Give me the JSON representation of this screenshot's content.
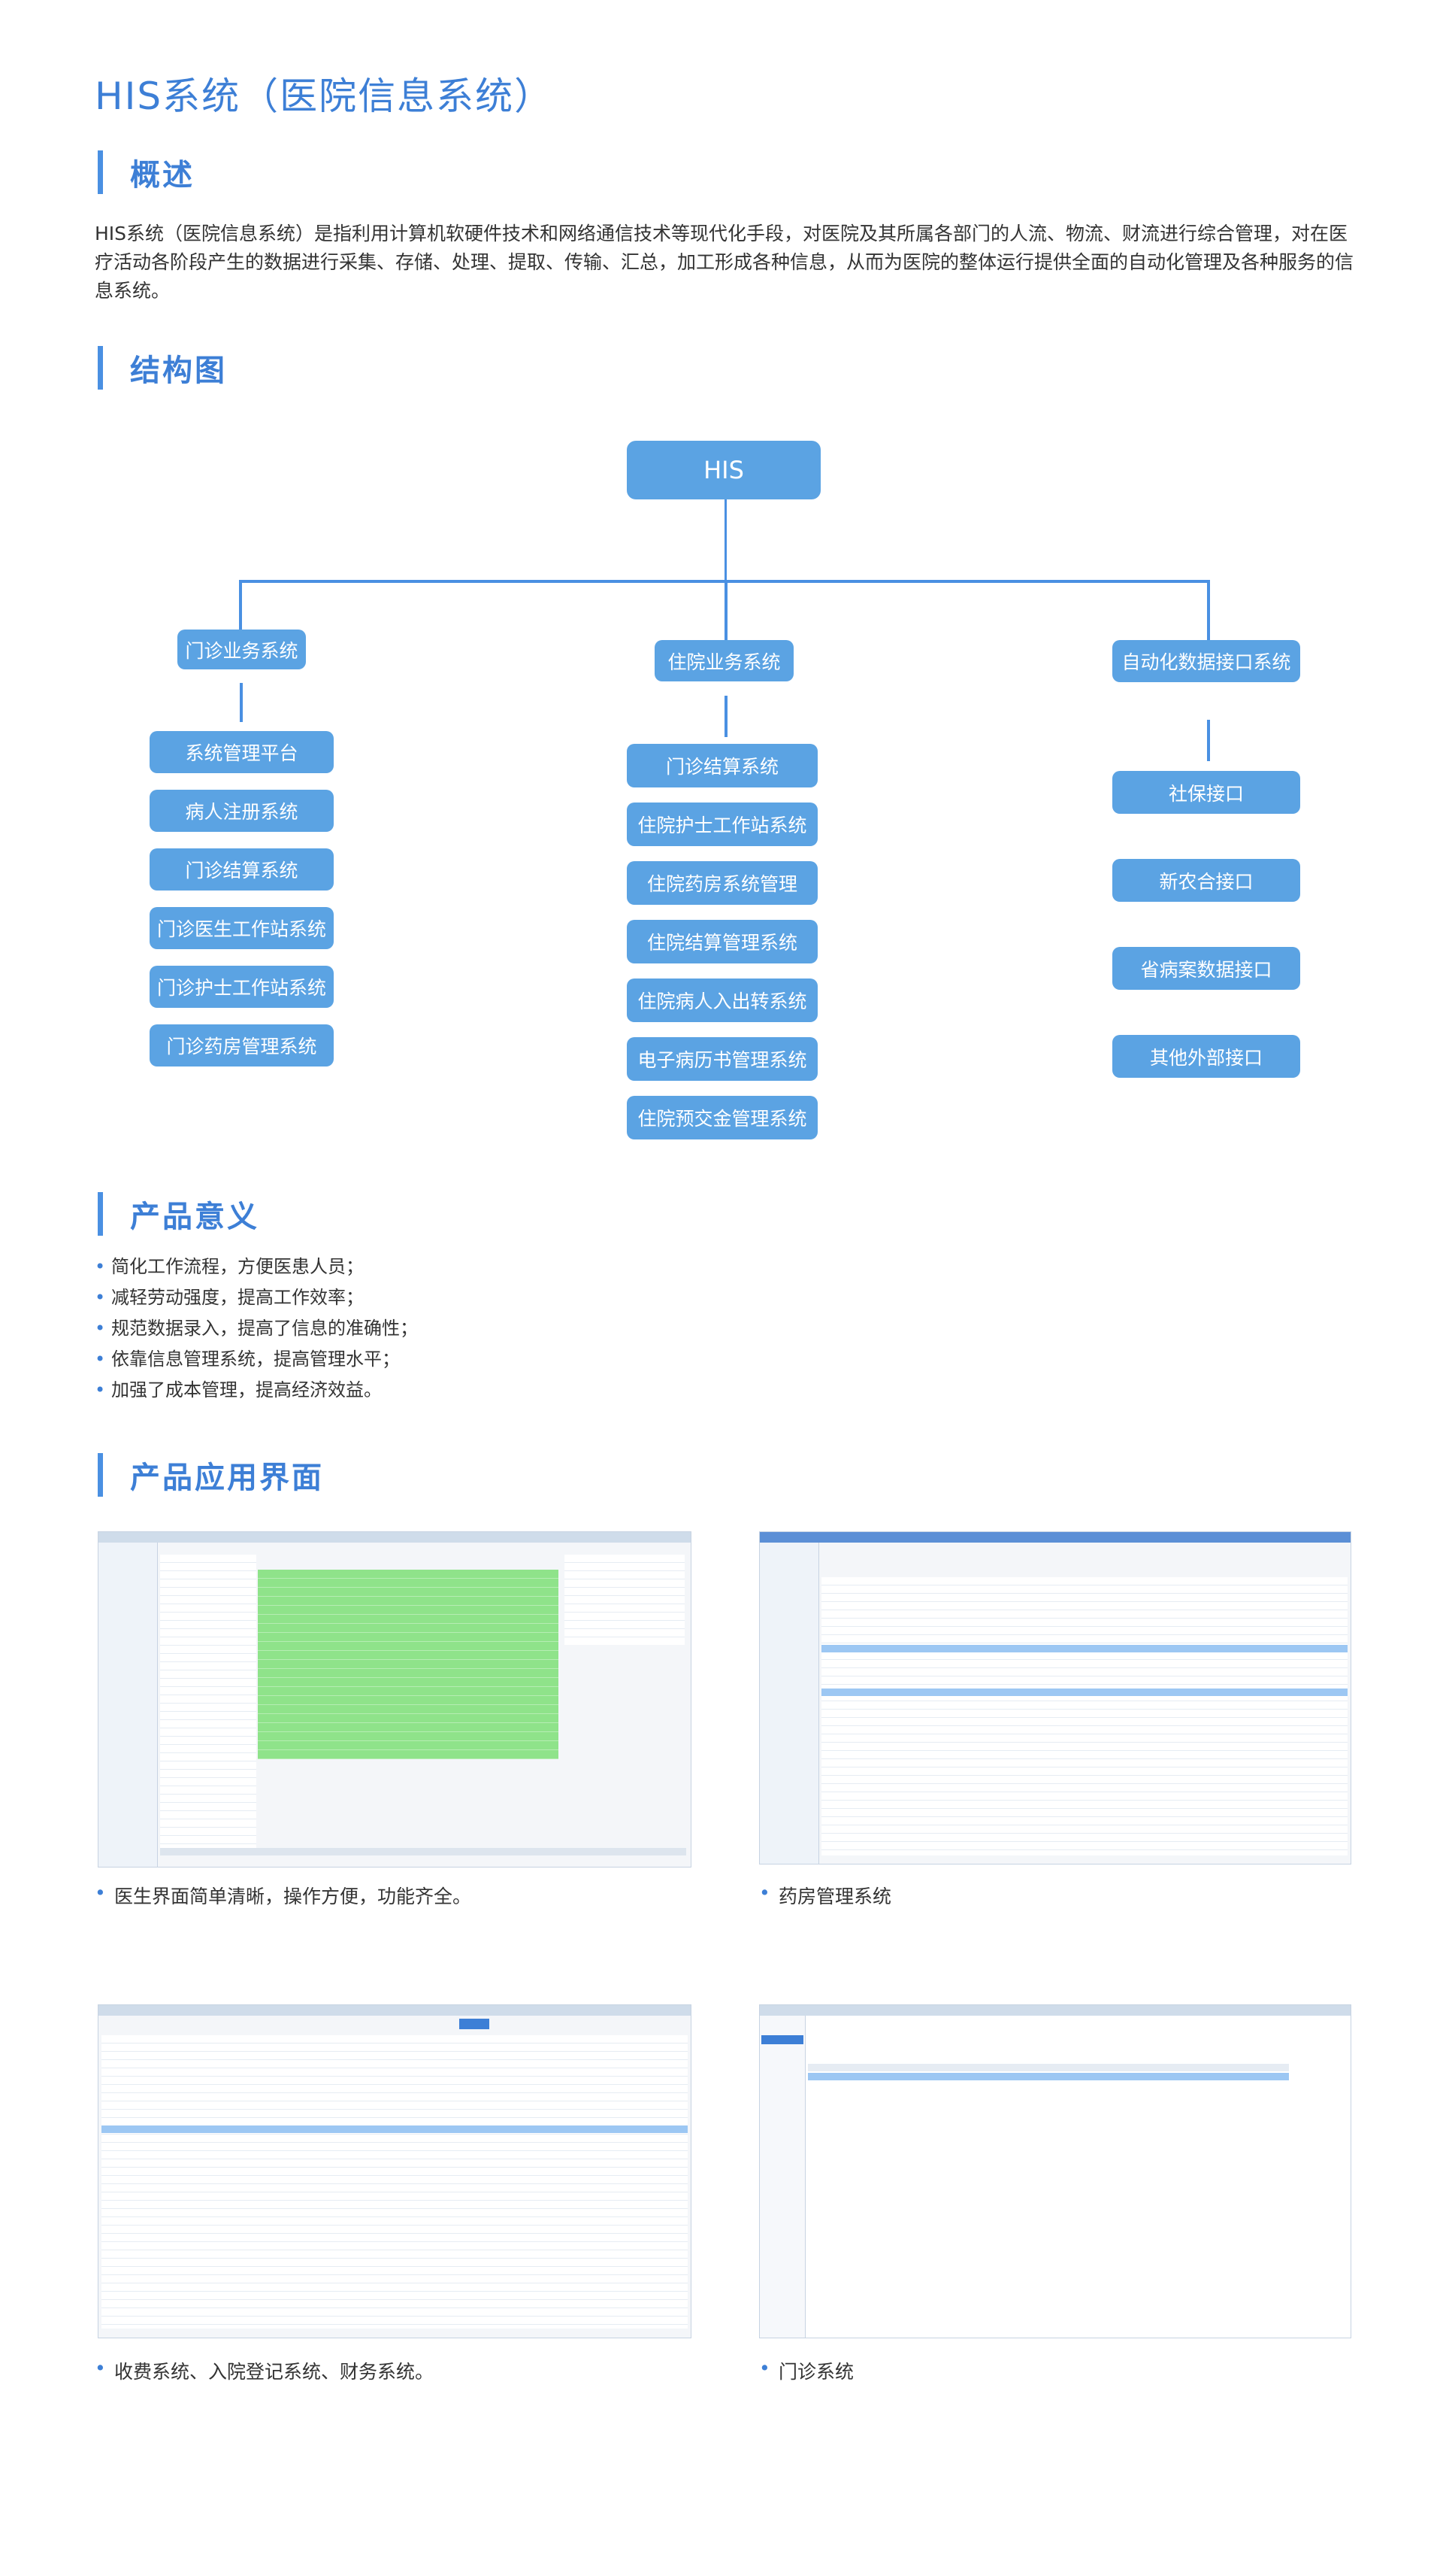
{
  "title": "HIS系统（医院信息系统）",
  "sections": {
    "overview": "概述",
    "structure": "结构图",
    "meaning": "产品意义",
    "interface": "产品应用界面"
  },
  "overview_text": "HIS系统（医院信息系统）是指利用计算机软硬件技术和网络通信技术等现代化手段，对医院及其所属各部门的人流、物流、财流进行综合管理，对在医疗活动各阶段产生的数据进行采集、存储、处理、提取、传输、汇总，加工形成各种信息，从而为医院的整体运行提供全面的自动化管理及各种服务的信息系统。",
  "diagram": {
    "root": "HIS",
    "branches": [
      {
        "label": "门诊业务系统",
        "children": [
          "系统管理平台",
          "病人注册系统",
          "门诊结算系统",
          "门诊医生工作站系统",
          "门诊护士工作站系统",
          "门诊药房管理系统"
        ]
      },
      {
        "label": "住院业务系统",
        "children": [
          "门诊结算系统",
          "住院护士工作站系统",
          "住院药房系统管理",
          "住院结算管理系统",
          "住院病人入出转系统",
          "电子病历书管理系统",
          "住院预交金管理系统"
        ]
      },
      {
        "label": "自动化数据接口系统",
        "children": [
          "社保接口",
          "新农合接口",
          "省病案数据接口",
          "其他外部接口"
        ]
      }
    ]
  },
  "meaning_items": [
    "简化工作流程，方便医患人员；",
    "减轻劳动强度，提高工作效率；",
    "规范数据录入，提高了信息的准确性；",
    "依靠信息管理系统，提高管理水平；",
    "加强了成本管理，提高经济效益。"
  ],
  "screenshots": [
    {
      "caption": "医生界面简单清晰，操作方便，功能齐全。",
      "accent": "#8fe38a"
    },
    {
      "caption": "药房管理系统",
      "accent": "#9cc7f3"
    },
    {
      "caption": "收费系统、入院登记系统、财务系统。",
      "accent": "#9cc7f3"
    },
    {
      "caption": "门诊系统",
      "accent": "#9cc7f3"
    }
  ],
  "colors": {
    "primary": "#3d7fd6",
    "node": "#5ba3e3"
  }
}
